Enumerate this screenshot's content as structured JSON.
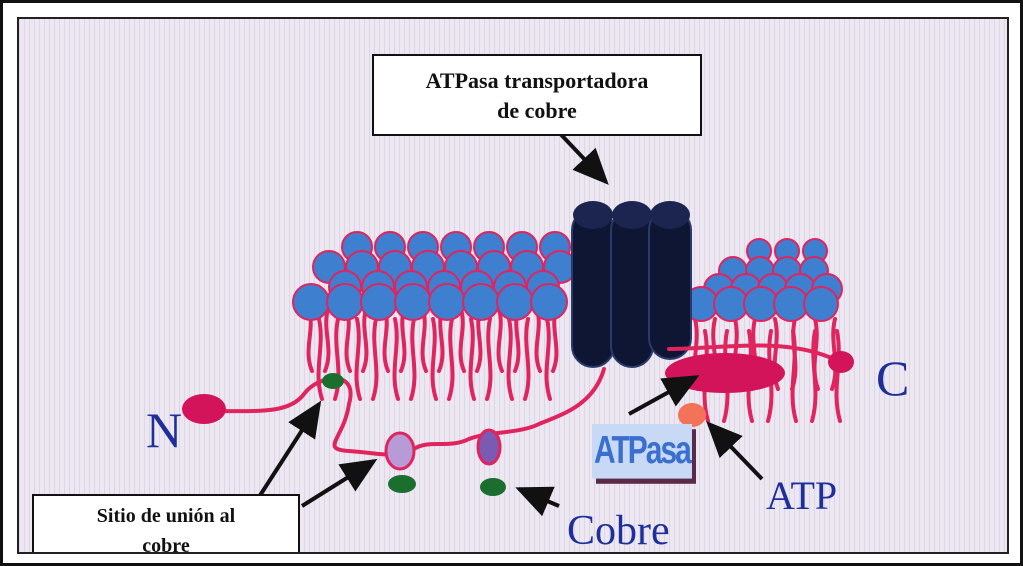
{
  "labels": {
    "title_line1": "ATPasa transportadora",
    "title_line2": "de cobre",
    "copper_site_line1": "Sitio de unión al",
    "copper_site_line2": "cobre",
    "n_terminus": "N",
    "c_terminus": "C",
    "atpase": "ATPasa",
    "atp": "ATP",
    "copper": "Cobre"
  },
  "colors": {
    "lipid_head": "#3f7fcf",
    "lipid_tail": "#e0245e",
    "transporter": "#0e1633",
    "atpase_domain": "#d4145a",
    "copper": "#1c6e2e",
    "atp": "#f2735a",
    "bound_copper": "#b79ad6",
    "text": "#1f2f9a"
  }
}
